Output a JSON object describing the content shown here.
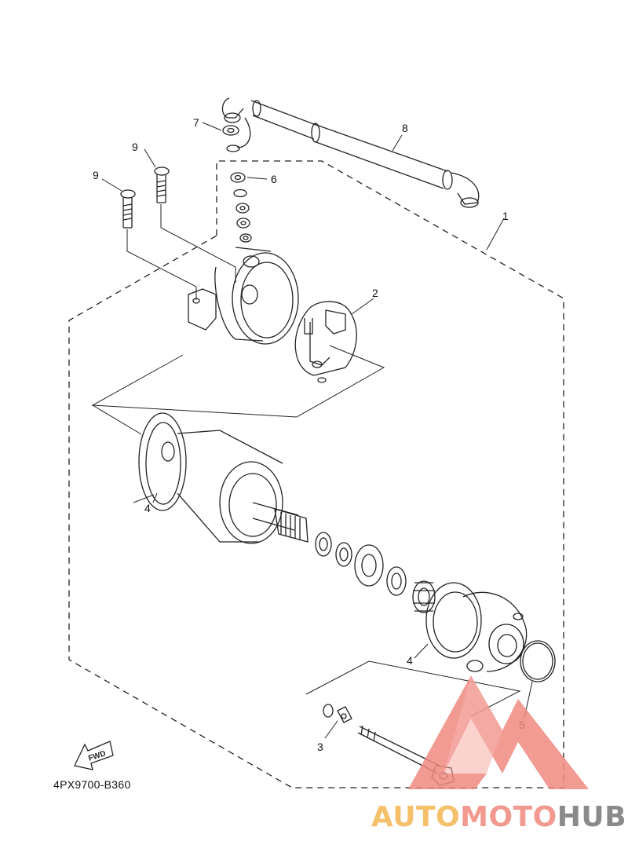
{
  "diagram": {
    "part_labels": [
      "1",
      "2",
      "3",
      "4",
      "4",
      "5",
      "6",
      "7",
      "8",
      "9",
      "9"
    ],
    "fwd_label": "FWD",
    "drawing_code": "4PX9700-B360"
  },
  "watermark": {
    "part1": "AUTO",
    "part2": "MOTO",
    "part3": "HUB",
    "colors": {
      "auto": "#f5c06a",
      "moto": "#f29a90",
      "hub": "#8a8a8a",
      "logo": "#f08a80"
    }
  }
}
